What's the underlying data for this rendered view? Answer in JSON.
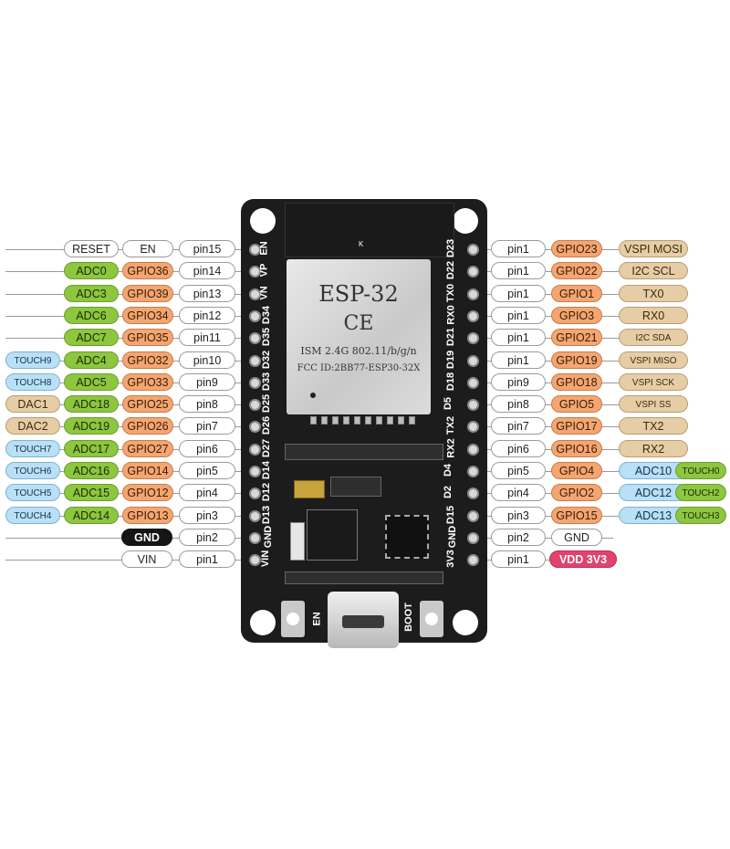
{
  "board": {
    "module_title": "ESP-32",
    "ce_mark": "CE",
    "ism_text": "ISM 2.4G 802.11/b/g/n",
    "fcc_text": "FCC ID:2BB77-ESP30-32X",
    "antenna_mark": "K",
    "en_button_label": "EN",
    "boot_button_label": "BOOT",
    "left_pin_labels": [
      "EN",
      "VP",
      "VN",
      "D34",
      "D35",
      "D32",
      "D33",
      "D25",
      "D26",
      "D27",
      "D14",
      "D12",
      "D13",
      "GND",
      "VIN"
    ],
    "right_pin_labels": [
      "D23",
      "D22",
      "TX0",
      "RX0",
      "D21",
      "D19",
      "D18",
      "D5",
      "TX2",
      "RX2",
      "D4",
      "D2",
      "D15",
      "GND",
      "3V3"
    ]
  },
  "left_pins": [
    {
      "pin": "pin15",
      "name": "EN",
      "f1": "RESET",
      "f1_color": "white",
      "f2": "",
      "f2_color": ""
    },
    {
      "pin": "pin14",
      "name": "GPIO36",
      "f1": "ADC0",
      "f1_color": "green",
      "f2": "",
      "f2_color": ""
    },
    {
      "pin": "pin13",
      "name": "GPIO39",
      "f1": "ADC3",
      "f1_color": "green",
      "f2": "",
      "f2_color": ""
    },
    {
      "pin": "pin12",
      "name": "GPIO34",
      "f1": "ADC6",
      "f1_color": "green",
      "f2": "",
      "f2_color": ""
    },
    {
      "pin": "pin11",
      "name": "GPIO35",
      "f1": "ADC7",
      "f1_color": "green",
      "f2": "",
      "f2_color": ""
    },
    {
      "pin": "pin10",
      "name": "GPIO32",
      "f1": "ADC4",
      "f1_color": "green",
      "f2": "TOUCH9",
      "f2_color": "blue"
    },
    {
      "pin": "pin9",
      "name": "GPIO33",
      "f1": "ADC5",
      "f1_color": "green",
      "f2": "TOUCH8",
      "f2_color": "blue"
    },
    {
      "pin": "pin8",
      "name": "GPIO25",
      "f1": "ADC18",
      "f1_color": "green",
      "f2": "DAC1",
      "f2_color": "tan"
    },
    {
      "pin": "pin7",
      "name": "GPIO26",
      "f1": "ADC19",
      "f1_color": "green",
      "f2": "DAC2",
      "f2_color": "tan"
    },
    {
      "pin": "pin6",
      "name": "GPIO27",
      "f1": "ADC17",
      "f1_color": "green",
      "f2": "TOUCH7",
      "f2_color": "blue"
    },
    {
      "pin": "pin5",
      "name": "GPIO14",
      "f1": "ADC16",
      "f1_color": "green",
      "f2": "TOUCH6",
      "f2_color": "blue"
    },
    {
      "pin": "pin4",
      "name": "GPIO12",
      "f1": "ADC15",
      "f1_color": "green",
      "f2": "TOUCH5",
      "f2_color": "blue"
    },
    {
      "pin": "pin3",
      "name": "GPIO13",
      "f1": "ADC14",
      "f1_color": "green",
      "f2": "TOUCH4",
      "f2_color": "blue"
    },
    {
      "pin": "pin2",
      "name": "GND",
      "f1": "",
      "f1_color": "",
      "f2": "",
      "f2_color": ""
    },
    {
      "pin": "pin1",
      "name": "VIN",
      "f1": "",
      "f1_color": "",
      "f2": "",
      "f2_color": ""
    }
  ],
  "right_pins": [
    {
      "pin": "pin1",
      "name": "GPIO23",
      "f1": "VSPI MOSI",
      "f1_color": "tan",
      "f2": "",
      "f2_color": ""
    },
    {
      "pin": "pin1",
      "name": "GPIO22",
      "f1": "I2C SCL",
      "f1_color": "tan",
      "f2": "",
      "f2_color": ""
    },
    {
      "pin": "pin1",
      "name": "GPIO1",
      "f1": "TX0",
      "f1_color": "tan",
      "f2": "",
      "f2_color": ""
    },
    {
      "pin": "pin1",
      "name": "GPIO3",
      "f1": "RX0",
      "f1_color": "tan",
      "f2": "",
      "f2_color": ""
    },
    {
      "pin": "pin1",
      "name": "GPIO21",
      "f1": "I2C SDA",
      "f1_color": "tan",
      "f2": "",
      "f2_color": ""
    },
    {
      "pin": "pin1",
      "name": "GPIO19",
      "f1": "VSPI MISO",
      "f1_color": "tan",
      "f2": "",
      "f2_color": ""
    },
    {
      "pin": "pin9",
      "name": "GPIO18",
      "f1": "VSPI SCK",
      "f1_color": "tan",
      "f2": "",
      "f2_color": ""
    },
    {
      "pin": "pin8",
      "name": "GPIO5",
      "f1": "VSPI SS",
      "f1_color": "tan",
      "f2": "",
      "f2_color": ""
    },
    {
      "pin": "pin7",
      "name": "GPIO17",
      "f1": "TX2",
      "f1_color": "tan",
      "f2": "",
      "f2_color": ""
    },
    {
      "pin": "pin6",
      "name": "GPIO16",
      "f1": "RX2",
      "f1_color": "tan",
      "f2": "",
      "f2_color": ""
    },
    {
      "pin": "pin5",
      "name": "GPIO4",
      "f1": "ADC10",
      "f1_color": "blue",
      "f2": "TOUCH0",
      "f2_color": "green"
    },
    {
      "pin": "pin4",
      "name": "GPIO2",
      "f1": "ADC12",
      "f1_color": "blue",
      "f2": "TOUCH2",
      "f2_color": "green"
    },
    {
      "pin": "pin3",
      "name": "GPIO15",
      "f1": "ADC13",
      "f1_color": "blue",
      "f2": "TOUCH3",
      "f2_color": "green"
    },
    {
      "pin": "pin2",
      "name": "GND",
      "f1": "",
      "f1_color": "",
      "f2": "",
      "f2_color": ""
    },
    {
      "pin": "pin1",
      "name": "",
      "f1": "VDD 3V3",
      "f1_color": "pink",
      "f2": "",
      "f2_color": ""
    }
  ],
  "colors": {
    "board": "#1c1c1c",
    "green": "#8dc63f",
    "orange": "#f4a672",
    "tan": "#e6cda6",
    "blue": "#b9e0f6",
    "pink": "#e2426f",
    "black": "#151515"
  }
}
